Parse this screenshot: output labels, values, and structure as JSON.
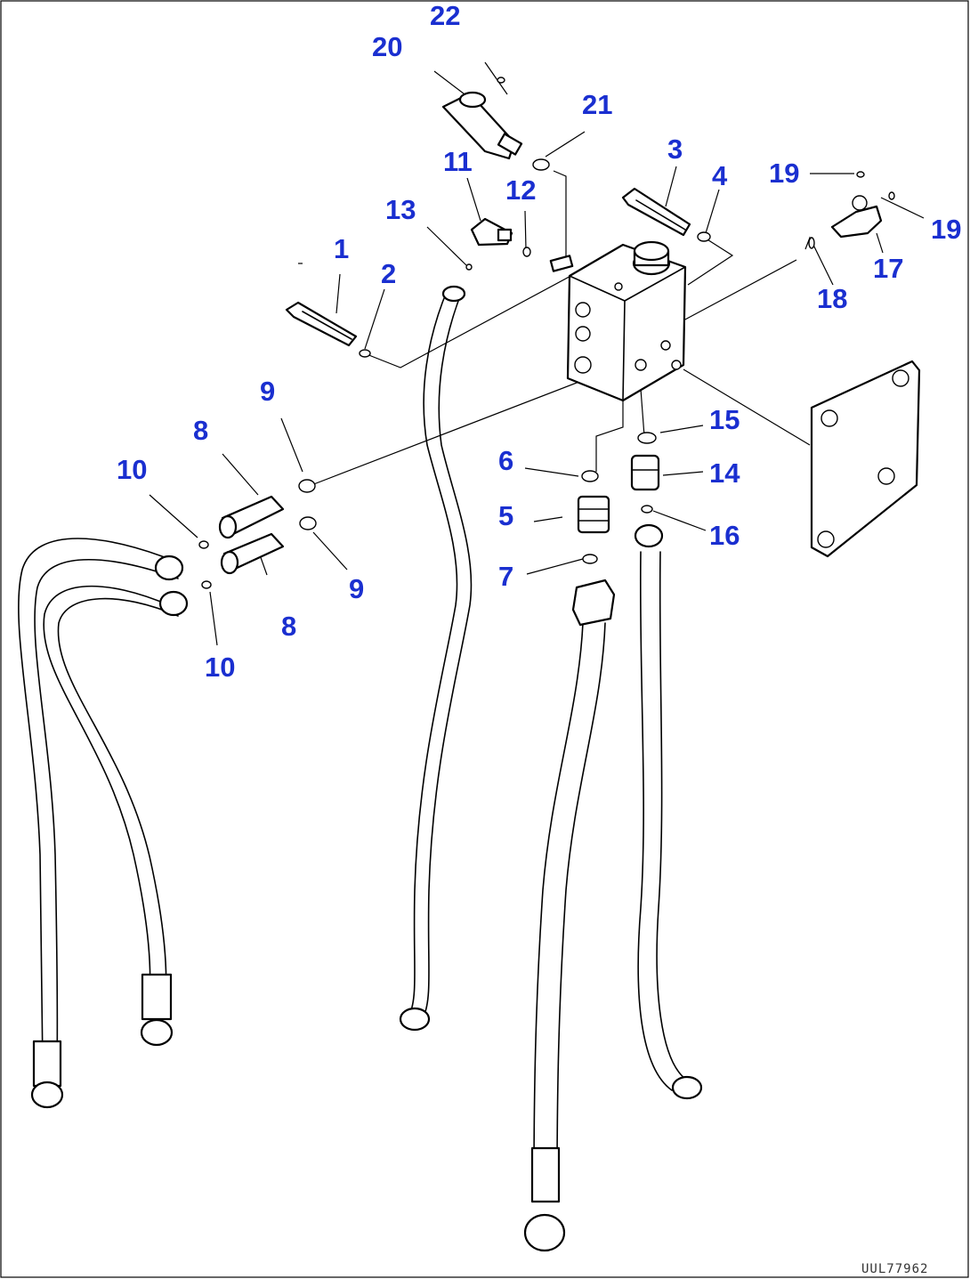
{
  "diagram": {
    "callouts": [
      {
        "id": "c1",
        "text": "1"
      },
      {
        "id": "c2",
        "text": "2"
      },
      {
        "id": "c3",
        "text": "3"
      },
      {
        "id": "c4",
        "text": "4"
      },
      {
        "id": "c5",
        "text": "5"
      },
      {
        "id": "c6",
        "text": "6"
      },
      {
        "id": "c7",
        "text": "7"
      },
      {
        "id": "c8a",
        "text": "8"
      },
      {
        "id": "c8b",
        "text": "8"
      },
      {
        "id": "c9a",
        "text": "9"
      },
      {
        "id": "c9b",
        "text": "9"
      },
      {
        "id": "c10a",
        "text": "10"
      },
      {
        "id": "c10b",
        "text": "10"
      },
      {
        "id": "c11",
        "text": "11"
      },
      {
        "id": "c12",
        "text": "12"
      },
      {
        "id": "c13",
        "text": "13"
      },
      {
        "id": "c14",
        "text": "14"
      },
      {
        "id": "c15",
        "text": "15"
      },
      {
        "id": "c16",
        "text": "16"
      },
      {
        "id": "c17",
        "text": "17"
      },
      {
        "id": "c18",
        "text": "18"
      },
      {
        "id": "c19a",
        "text": "19"
      },
      {
        "id": "c19b",
        "text": "19"
      },
      {
        "id": "c20",
        "text": "20"
      },
      {
        "id": "c21",
        "text": "21"
      },
      {
        "id": "c22",
        "text": "22"
      }
    ],
    "document_number": "UUL77962",
    "colors": {
      "callout": "#1a2fd0",
      "line": "#000000",
      "background": "#ffffff"
    }
  }
}
